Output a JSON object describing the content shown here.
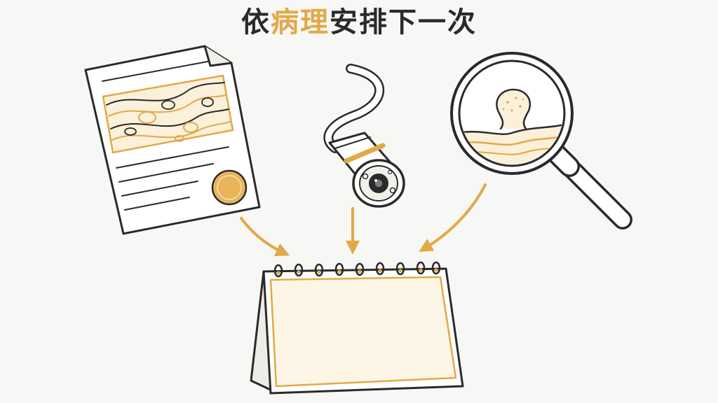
{
  "title": {
    "prefix": "依",
    "highlight": "病理",
    "suffix": "安排下一次"
  },
  "colors": {
    "accent": "#e2a948",
    "ink": "#2a2a2a",
    "paper": "#fdfaf2",
    "background": "#f7f7f5"
  },
  "icons": {
    "report": "pathology-report-icon",
    "endoscope": "endoscope-camera-icon",
    "magnifier": "magnifying-glass-polyp-icon",
    "calendar": "desk-calendar-icon"
  }
}
